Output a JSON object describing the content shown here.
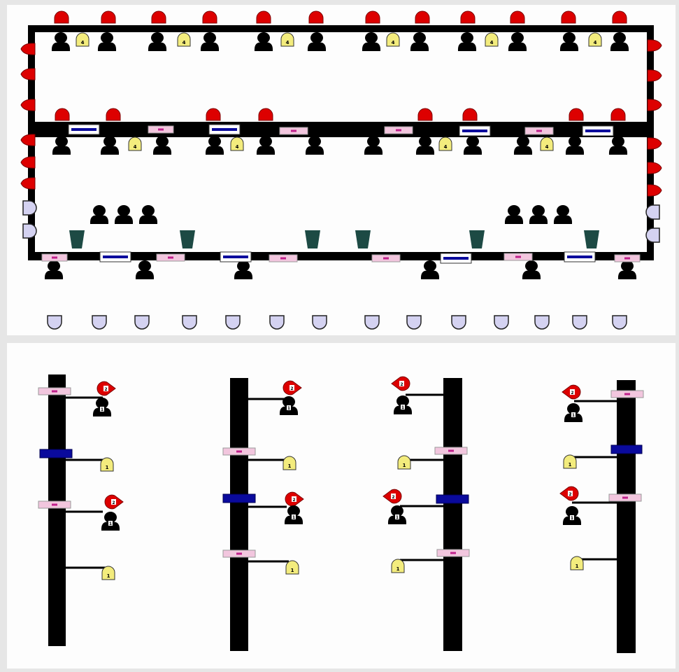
{
  "colors": {
    "background": "#e6e6e6",
    "panel": "#fdfdfd",
    "track": "#000000",
    "red_marker": "#dd0000",
    "yellow_marker": "#f3ec7d",
    "pink_plate": "#f2c6de",
    "blue_plate": "#0a0a9c",
    "teal_marker": "#1d4a44",
    "lavender_marker": "#d4d2f1"
  },
  "icons": {
    "red_top": "dome-icon",
    "red_side": "petal-icon",
    "dark": "bust-icon",
    "yellow": "lock-icon",
    "teal": "cup-icon",
    "lavender": "shield-icon",
    "pink": "plate-icon",
    "blue": "plate-icon",
    "red_tag": "teardrop-icon"
  },
  "labels": {
    "yellow_top": "4",
    "yellow_bottom": "1",
    "tag_red": "2",
    "tag_dark": "1"
  }
}
